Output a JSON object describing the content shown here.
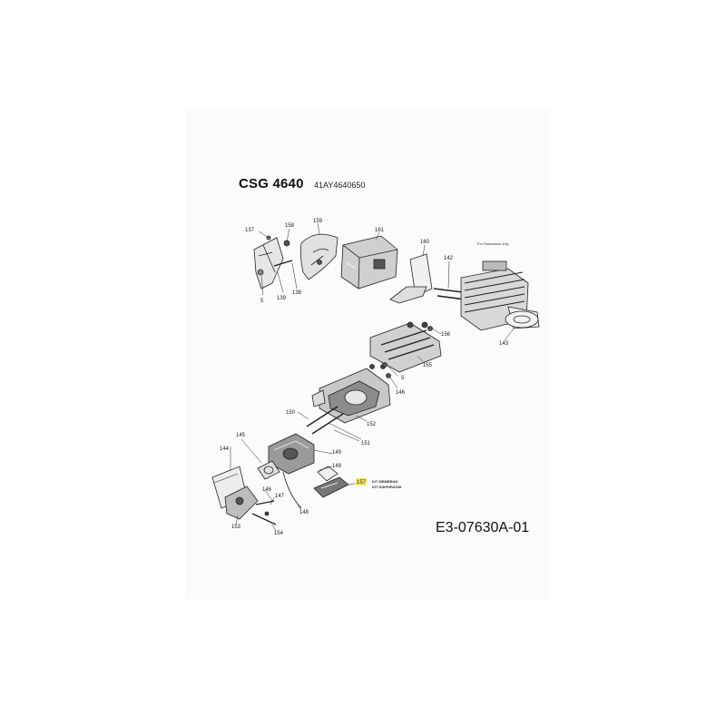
{
  "header": {
    "model": "CSG 4640",
    "model_number": "41AY4640650"
  },
  "footer": {
    "drawing_number": "E3-07630A-01"
  },
  "notes": {
    "rotary_note": "For Rotavasse only",
    "kit_membran": "KIT MEMBRAN",
    "kit_diaphragm": "KIT DIAPHRAGM"
  },
  "callouts": {
    "c137": "137",
    "c158": "158",
    "c159": "159",
    "c161": "161",
    "c160": "160",
    "c142": "142",
    "c5a": "5",
    "c139": "139",
    "c138": "138",
    "c143": "143",
    "c156": "156",
    "c155": "155",
    "c5b": "5",
    "c146a": "146",
    "c150": "150",
    "c152": "152",
    "c151": "151",
    "c145": "145",
    "c144": "144",
    "c149a": "149",
    "c149b": "149",
    "c157": "157",
    "c146b": "146",
    "c147": "147",
    "c148": "148",
    "c153": "153",
    "c154": "154"
  },
  "colors": {
    "line": "#222222",
    "highlight": "#f5e66a",
    "part_fill": "#d9d9d9",
    "part_dark": "#6b6b6b"
  }
}
